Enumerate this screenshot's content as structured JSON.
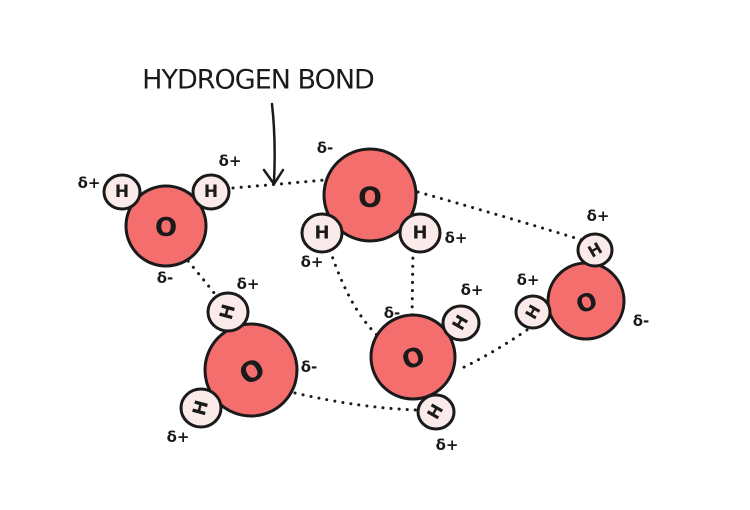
{
  "diagram": {
    "title": "HYDROGEN BOND",
    "oxygen_symbol": "O",
    "hydrogen_symbol": "H",
    "partial_positive": "δ+",
    "partial_negative": "δ-",
    "colors": {
      "oxygen_fill": "#f46e6e",
      "hydrogen_fill": "#fbeaea",
      "outline": "#1a1a1a"
    }
  }
}
